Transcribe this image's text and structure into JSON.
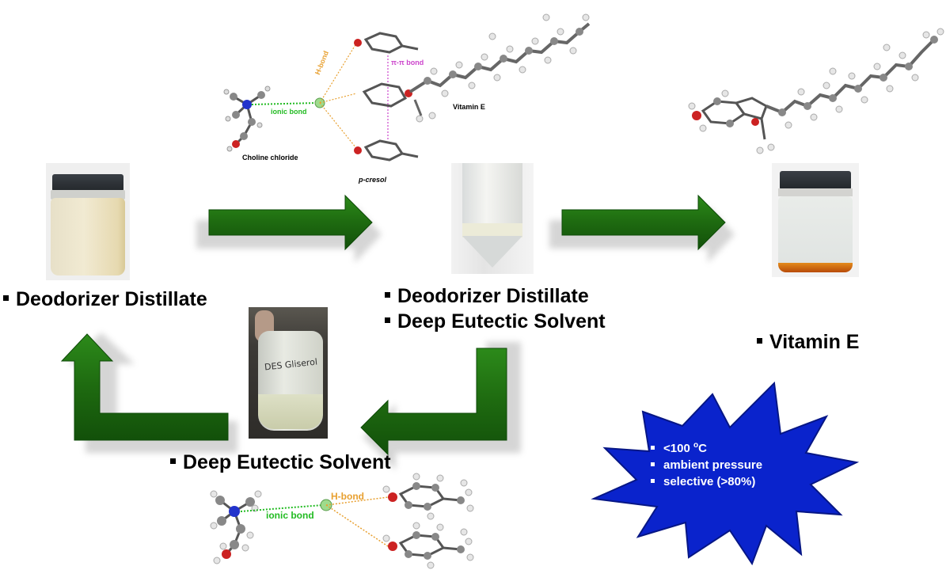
{
  "labels": {
    "dd_left": "Deodorizer Distillate",
    "dd_center": "Deodorizer Distillate",
    "des_center": "Deep Eutectic Solvent",
    "vitamin_e": "Vitamin E",
    "des_bottom": "Deep Eutectic Solvent"
  },
  "molecule_top": {
    "h_bond": "H-bond",
    "pi_bond": "π-π bond",
    "ionic_bond": "ionic bond",
    "vitamin_e": "Vitamin E",
    "choline_chloride": "Choline chloride",
    "p_cresol": "p-cresol"
  },
  "molecule_bottom": {
    "h_bond": "H-bond",
    "ionic_bond": "ionic bond"
  },
  "photo_text": {
    "flask_label": "DES Gliserol"
  },
  "conditions": [
    {
      "prefix": "<100 ",
      "sup": "o",
      "suffix": "C"
    },
    {
      "prefix": "ambient pressure",
      "sup": "",
      "suffix": ""
    },
    {
      "prefix": "selective (>80%)",
      "sup": "",
      "suffix": ""
    }
  ],
  "colors": {
    "arrow": "#1f6b12",
    "arrow_dark": "#0e4a08",
    "star": "#0a23cc",
    "ionic": "#22bb22",
    "hbond": "#e8a030",
    "pi": "#cc44cc"
  },
  "icons": [
    "arrow-right-icon",
    "arrow-down-left-icon",
    "arrow-up-left-icon",
    "starburst-icon",
    "molecule-model-icon"
  ]
}
